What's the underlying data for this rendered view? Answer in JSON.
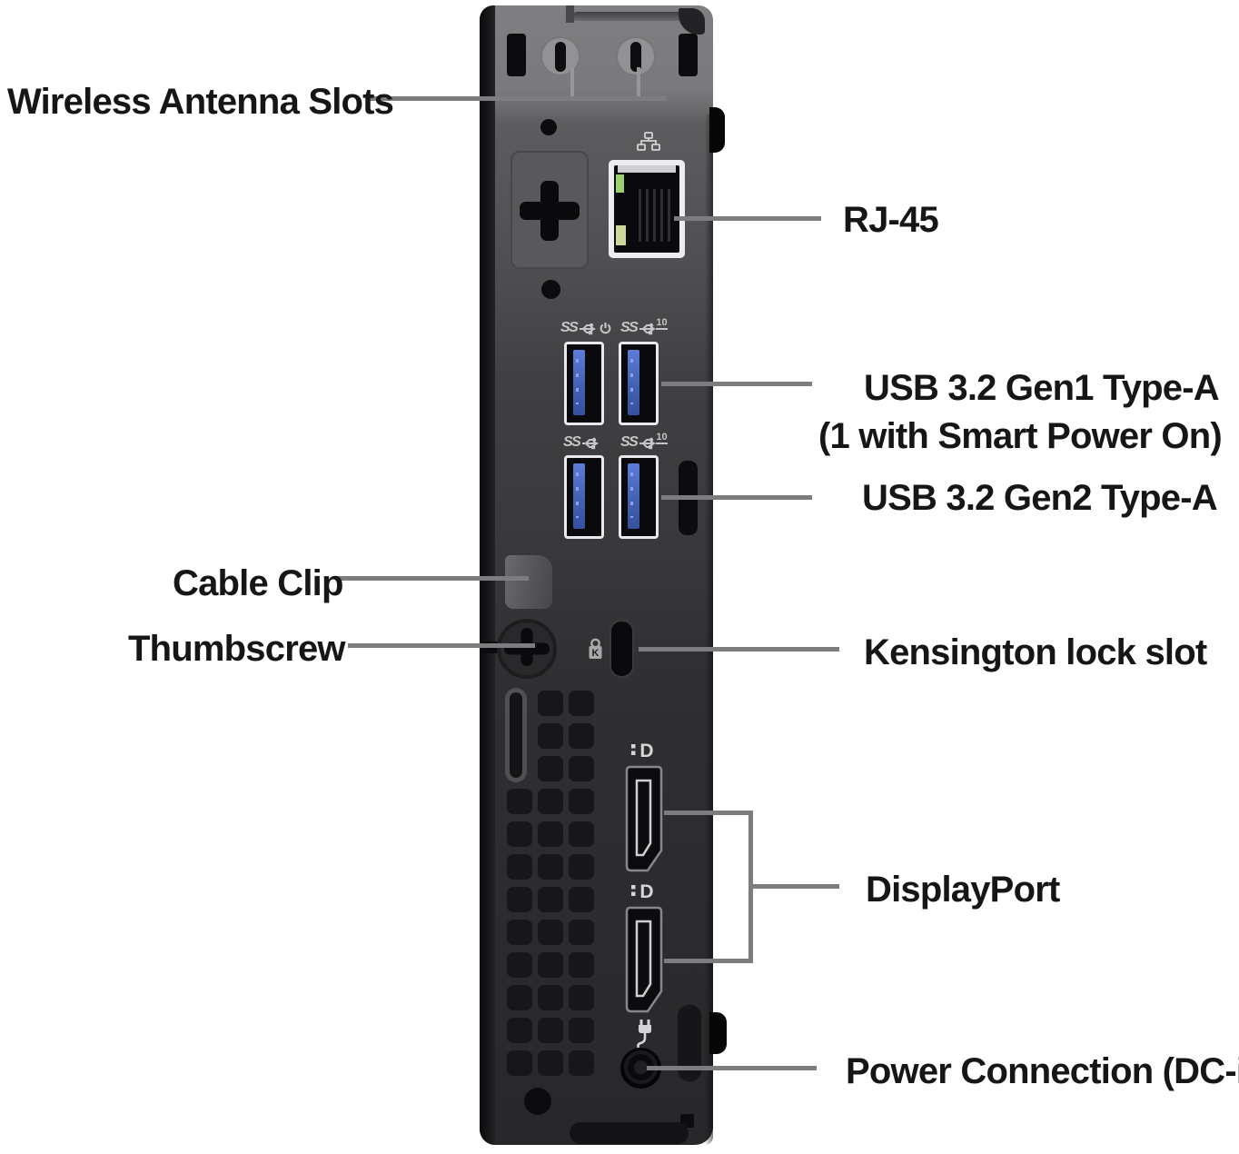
{
  "callouts": {
    "wireless_antenna": "Wireless Antenna Slots",
    "rj45": "RJ-45",
    "usb_gen1": "USB 3.2 Gen1 Type-A",
    "usb_gen1_note": "(1 with Smart Power On)",
    "usb_gen2": "USB 3.2 Gen2 Type-A",
    "cable_clip": "Cable Clip",
    "thumbscrew": "Thumbscrew",
    "kensington": "Kensington lock slot",
    "displayport": "DisplayPort",
    "power": "Power Connection (DC-in)"
  },
  "port_markings": {
    "ss": "SS",
    "gen2_speed": "10"
  },
  "glyphs": {
    "kensington_k": "K",
    "dp_d": "D"
  },
  "icons": {
    "ethernet": "ethernet-network-icon",
    "usb_superspeed": "superspeed-trident-icon",
    "smart_power_on": "power-symbol-icon",
    "displayport": "displayport-logo-icon",
    "kensington": "kensington-lock-icon",
    "power_plug": "power-plug-icon"
  },
  "colors": {
    "background": "#ffffff",
    "label_text": "#161616",
    "callout_line": "#7d7d7f",
    "panel_top": "#7f7f81",
    "panel_bottom": "#28282b",
    "usb_tongue_blue": "#4361b4",
    "led_green": "#9ccf6f",
    "led_yellow": "#cdd79b"
  }
}
